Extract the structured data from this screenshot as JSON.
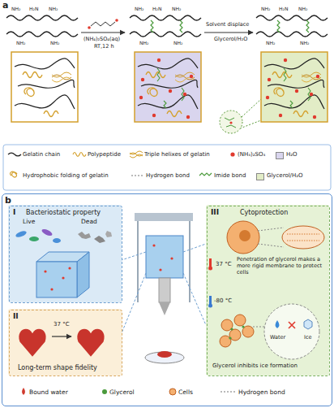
{
  "diagram": {
    "nodes": [
      {
        "text": [
          "a"
        ]
      },
      {
        "text": [
          "b"
        ]
      },
      {
        "text": [
          "I",
          "Bacteriostatic property"
        ],
        "in": 1
      },
      {
        "text": [
          "II",
          "Long-term shape fidelity"
        ],
        "in": 1
      },
      {
        "text": [
          "III",
          "Cytoprotection"
        ],
        "in": 1
      }
    ],
    "labels": [
      "(NH₄)₂SO₄(aq)",
      "RT,12 h",
      "Solvent displace",
      "Glycerol/H₂O",
      "NH₂",
      "H₂N",
      "NH₂",
      "NH₂",
      "NH₂",
      "NH₂",
      "H₂N",
      "NH₂",
      "NH₂",
      "NH₂",
      "NH₂",
      "H₂N",
      "NH₂",
      "NH₂",
      "NH₂",
      "Live",
      "Dead",
      "37 °C",
      "37 °C",
      "-80 °C",
      "Penetration of glycerol makes a more rigid membrane to protect cells",
      "Water",
      "Ice",
      "Glycerol inhibits ice formation"
    ],
    "legend": [
      {
        "text": "Gelatin chain"
      },
      {
        "text": "Polypeptide"
      },
      {
        "text": "Triple helixes of gelatin"
      },
      {
        "text": "(NH₄)₂SO₄"
      },
      {
        "text": "H₂O",
        "color": "#d9d5ee"
      },
      {
        "text": "Hydrophobic folding of gelatin"
      },
      {
        "text": "Hydrogen bond"
      },
      {
        "text": "Imide bond"
      },
      {
        "text": "Glycerol/H₂O",
        "color": "#e2ecc6"
      },
      {
        "text": "Bound water"
      },
      {
        "text": "Glycerol"
      },
      {
        "text": "Cells"
      },
      {
        "text": "Hydrogen bond"
      }
    ]
  }
}
